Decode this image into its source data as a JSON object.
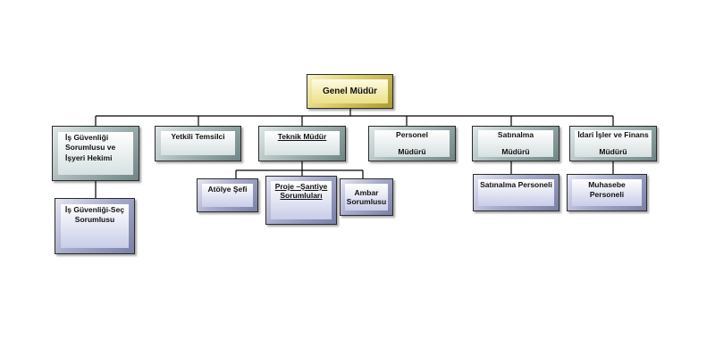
{
  "org_chart": {
    "root": {
      "label": "Genel Müdür"
    },
    "level1": {
      "is_guvenligi": "İş Güvenliği\nSorumlusu ve\nİşyeri Hekimi",
      "yetkili": "Yetkili Temsilci",
      "teknik": "Teknik  Müdür",
      "personel": "Personel\n\nMüdürü",
      "satinalma": "Satınalma\n\nMüdürü",
      "idari": "İdari İşler ve Finans\n\nMüdürü"
    },
    "level2": {
      "is_guvenligi_sec": "İş Güvenliği-Seç\nSorumlusu",
      "atolye": "Atölye  Şefi",
      "proje": "Proje –Şantiye\nSorumluları",
      "ambar": "Ambar\nSorumlusu",
      "satinalma_personeli": "Satınalma Personeli",
      "muhasebe_personeli": "Muhasebe Personeli"
    }
  }
}
